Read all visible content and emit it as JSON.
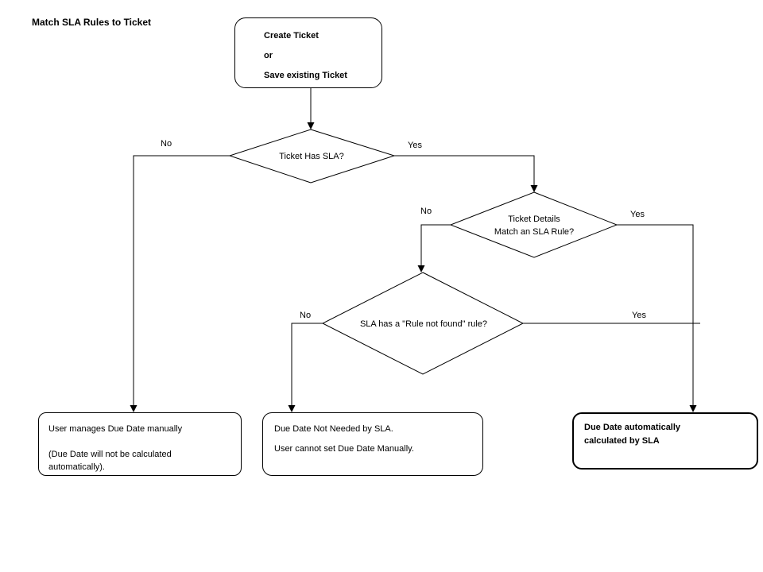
{
  "title": "Match SLA Rules to Ticket",
  "colors": {
    "background": "#ffffff",
    "line": "#000000",
    "text": "#000000"
  },
  "start_node": {
    "lines": [
      "Create Ticket",
      "or",
      "Save existing Ticket"
    ]
  },
  "decisions": [
    {
      "question": "Ticket Has SLA?",
      "no_label": "No",
      "yes_label": "Yes"
    },
    {
      "question_lines": [
        "Ticket Details",
        "Match an SLA Rule?"
      ],
      "no_label": "No",
      "yes_label": "Yes"
    },
    {
      "question": "SLA has a \"Rule not found\" rule?",
      "no_label": "No",
      "yes_label": "Yes"
    }
  ],
  "outcomes": [
    {
      "name": "manual-due-date",
      "paragraphs": [
        [
          "User manages Due Date manually"
        ],
        [
          "(Due Date will not be calculated",
          "automatically)."
        ]
      ]
    },
    {
      "name": "no-due-date-needed",
      "lines": [
        "Due Date Not Needed by SLA.",
        "User cannot set Due Date Manually."
      ]
    },
    {
      "name": "auto-due-date",
      "lines": [
        "Due Date automatically",
        "calculated by SLA"
      ],
      "emphasis": "bold"
    }
  ]
}
